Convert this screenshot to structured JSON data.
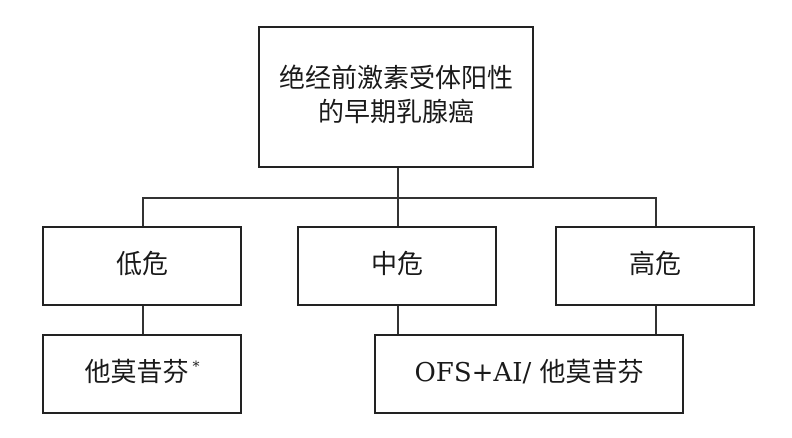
{
  "diagram": {
    "root": {
      "line1": "绝经前激素受体阳性",
      "line2": "的早期乳腺癌"
    },
    "risks": {
      "low": "低危",
      "mid": "中危",
      "high": "高危"
    },
    "treatments": {
      "low": "他莫昔芬",
      "low_note": "*",
      "mid_high": "OFS+AI/ 他莫昔芬"
    }
  }
}
